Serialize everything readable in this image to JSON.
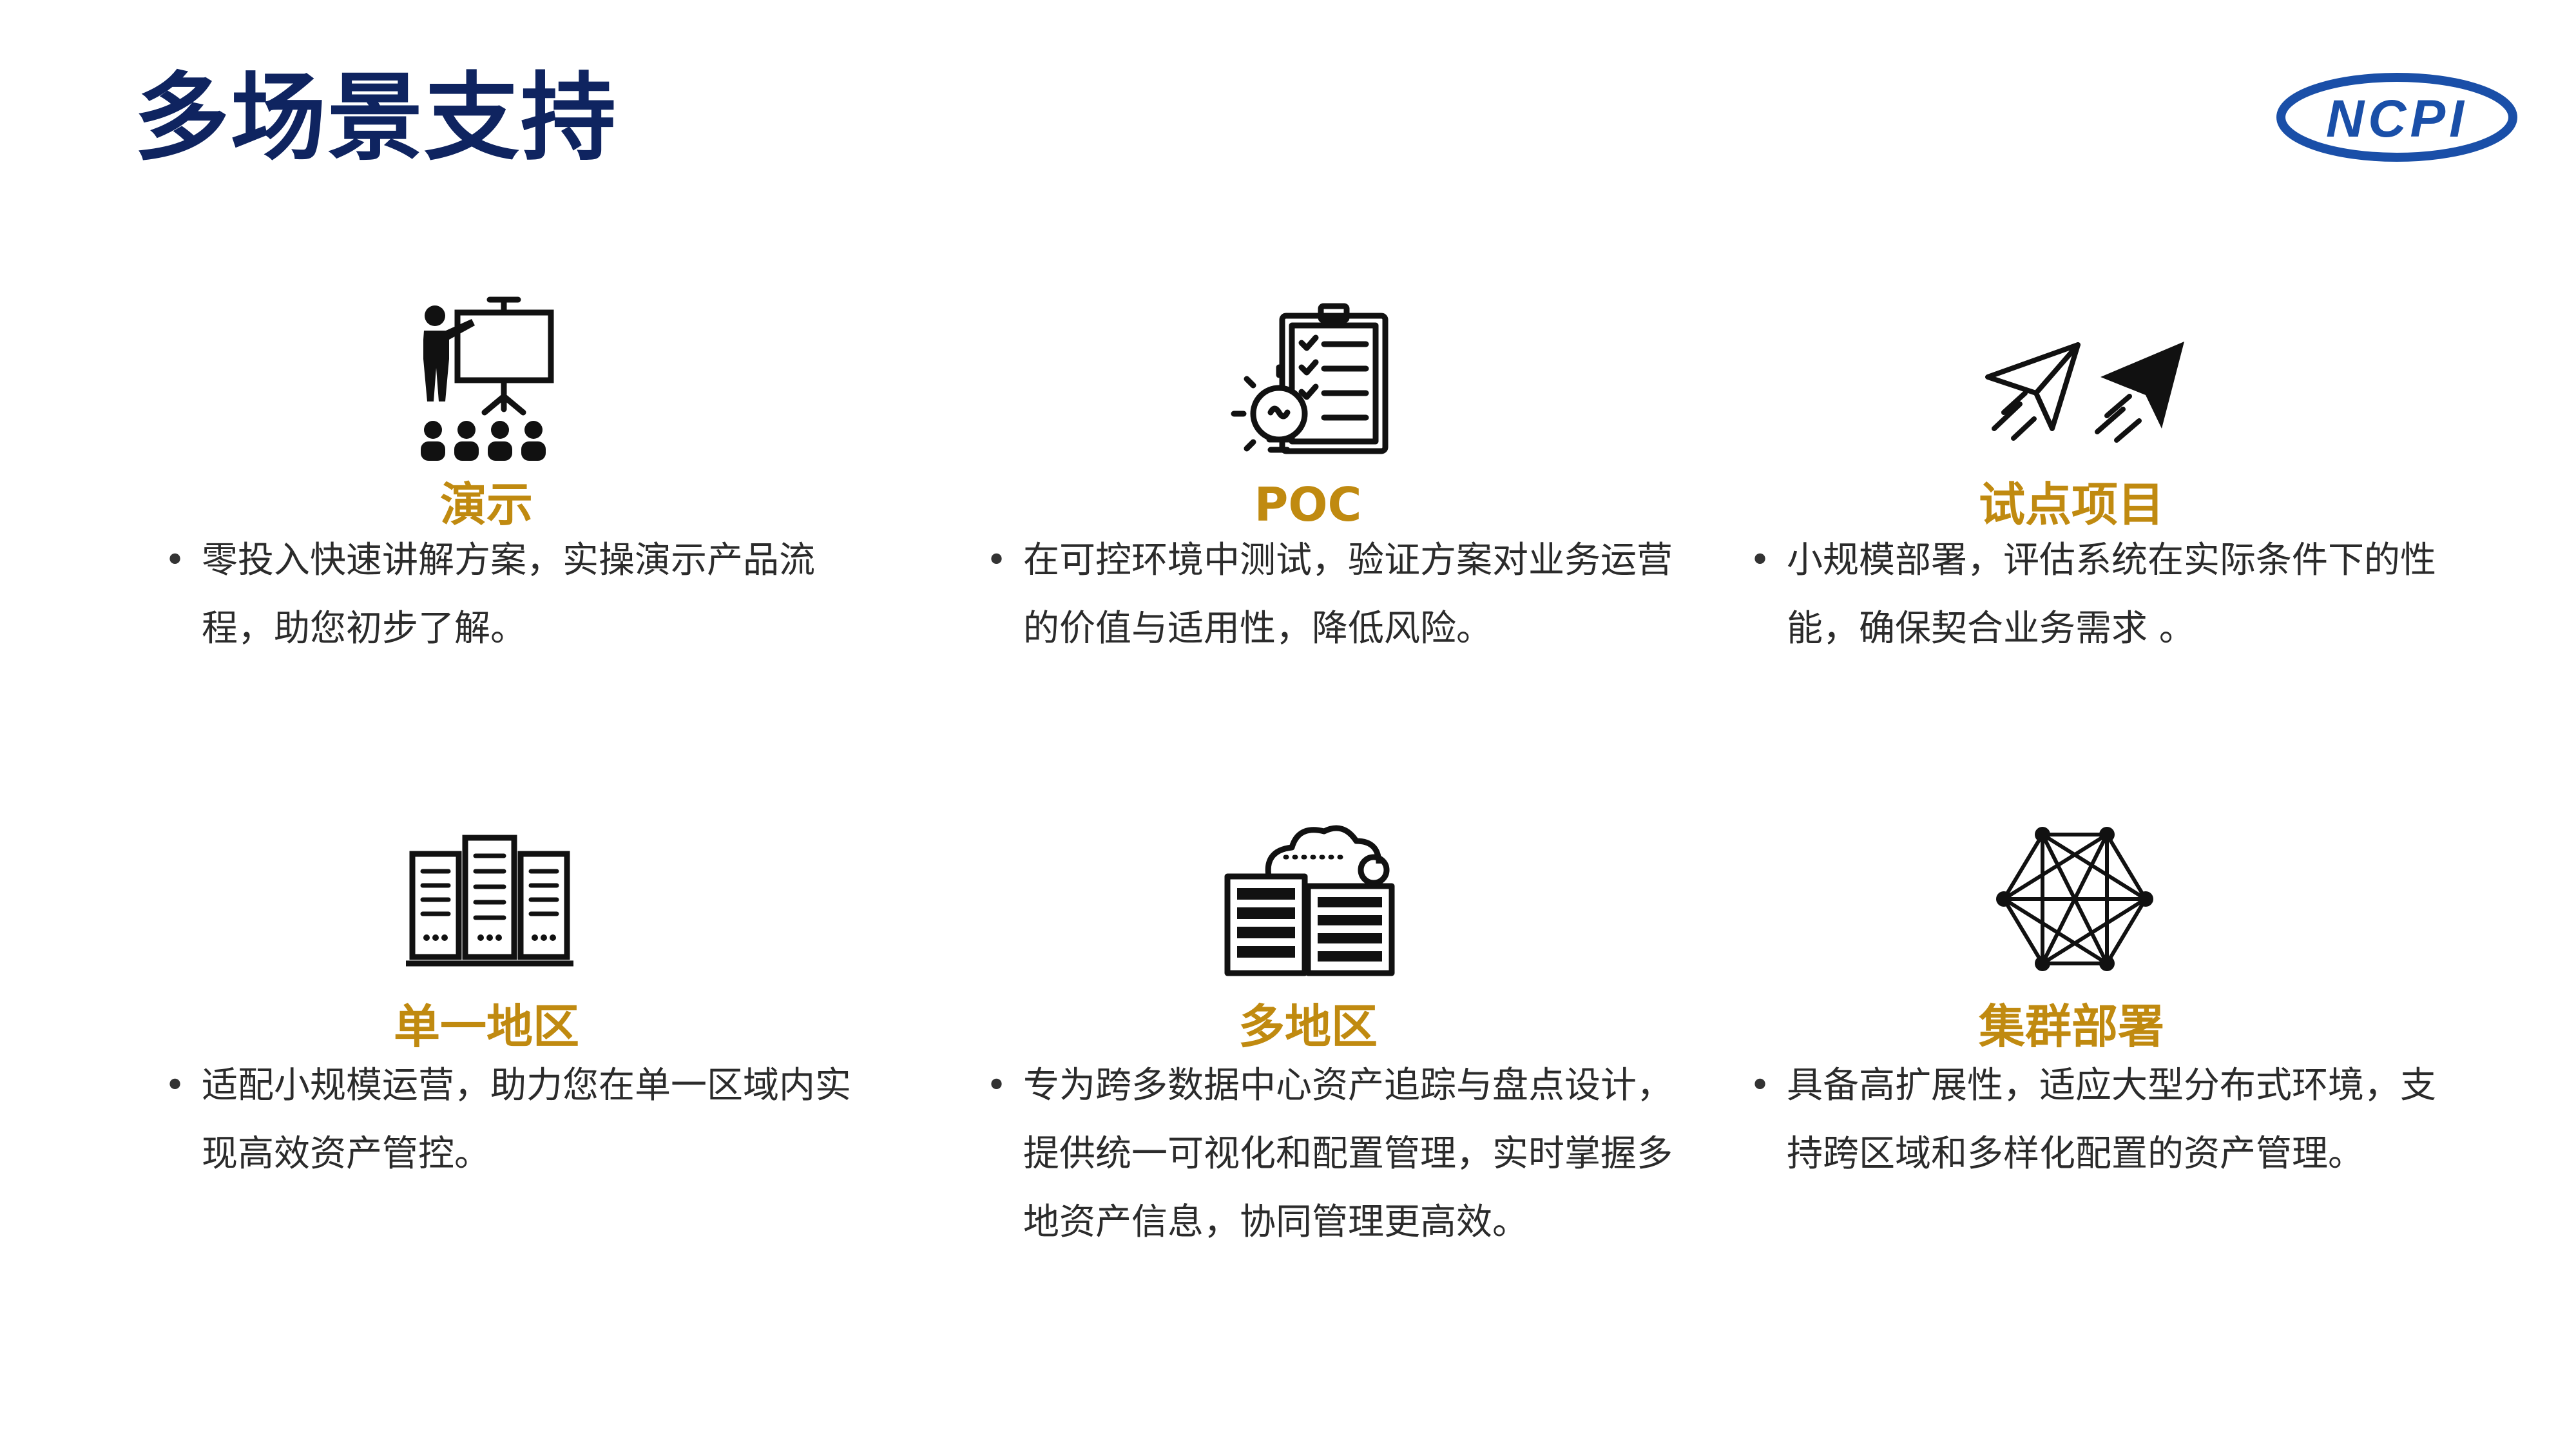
{
  "page": {
    "title": "多场景支持",
    "logo_text": "NCPI",
    "brand_color": "#1a4fa8",
    "title_color": "#0f2460",
    "accent_color": "#c08a10"
  },
  "cards": [
    {
      "title": "演示",
      "icon": "presentation-icon",
      "desc": "零投入快速讲解方案，实操演示产品流程，助您初步了解。"
    },
    {
      "title": "POC",
      "icon": "checklist-lightbulb-icon",
      "desc": "在可控环境中测试，验证方案对业务运营的价值与适用性，降低风险。"
    },
    {
      "title": "试点项目",
      "icon": "paper-plane-icon",
      "desc": "小规模部署，评估系统在实际条件下的性能，确保契合业务需求 。"
    },
    {
      "title": "单一地区",
      "icon": "server-rack-icon",
      "desc": "适配小规模运营，助力您在单一区域内实现高效资产管控。"
    },
    {
      "title": "多地区",
      "icon": "cloud-datacenter-icon",
      "desc": "专为跨多数据中心资产追踪与盘点设计，提供统一可视化和配置管理，实时掌握多地资产信息，协同管理更高效。"
    },
    {
      "title": "集群部署",
      "icon": "network-mesh-icon",
      "desc": "具备高扩展性，适应大型分布式环境，支持跨区域和多样化配置的资产管理。"
    }
  ]
}
